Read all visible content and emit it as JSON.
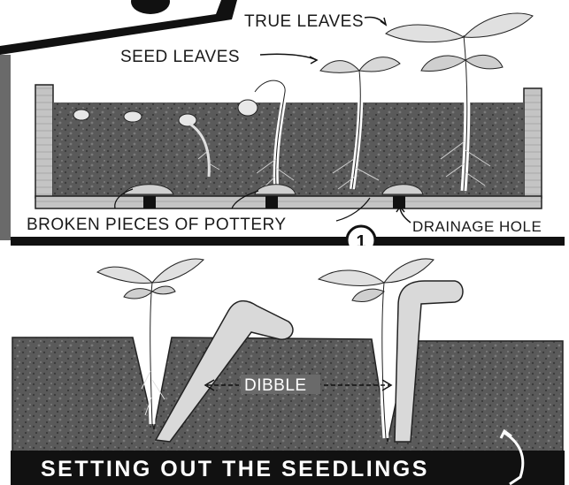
{
  "panel_1": {
    "number": "1",
    "labels": {
      "true_leaves": "TRUE LEAVES",
      "seed_leaves": "SEED LEAVES",
      "broken_pottery": "BROKEN PIECES OF POTTERY",
      "drainage_hole": "DRAINAGE HOLE"
    }
  },
  "panel_2": {
    "labels": {
      "dibble": "DIBBLE"
    },
    "caption": "SETTING OUT THE SEEDLINGS"
  },
  "colors": {
    "ink": "#111111",
    "soil": "#5e5e5e",
    "wood": "#b9b9b9",
    "paper": "#ffffff"
  }
}
